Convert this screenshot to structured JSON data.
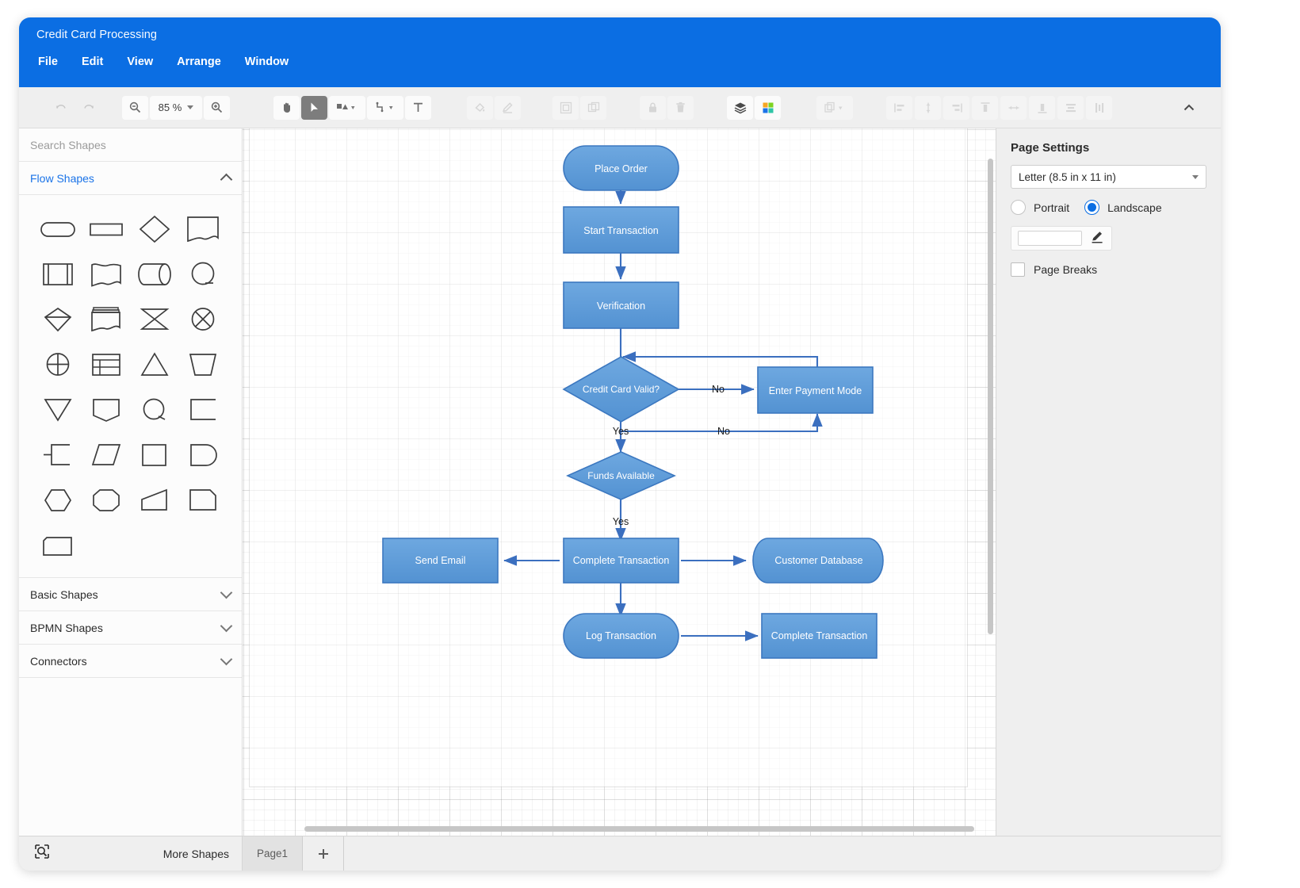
{
  "window": {
    "doc_title": "Credit Card Processing"
  },
  "menubar": {
    "items": [
      "File",
      "Edit",
      "View",
      "Arrange",
      "Window"
    ]
  },
  "toolbar": {
    "undo": "undo-icon",
    "redo": "redo-icon",
    "zoom_out": "zoom-out-icon",
    "zoom_level": "85 %",
    "zoom_in": "zoom-in-icon",
    "pan": "hand-icon",
    "select": "cursor-arrow-icon",
    "shape_fill": "shape-icon",
    "connector": "connector-icon",
    "text": "text-icon",
    "fill_color": "paint-bucket-icon",
    "line_color": "pen-icon",
    "fit_page": "fit-page-icon",
    "fit_selection": "fit-selection-icon",
    "lock": "lock-icon",
    "delete": "trash-icon",
    "layers": "layers-icon",
    "theme": "color-grid-icon",
    "duplicate": "copy-icon",
    "align_left": "align-left-icon",
    "align_center_h": "align-center-horizontal-icon",
    "align_right": "align-right-icon",
    "align_top": "align-top-icon",
    "align_middle": "align-middle-icon",
    "align_bottom": "align-bottom-icon",
    "distribute_v": "distribute-vertical-icon",
    "distribute_h": "distribute-horizontal-icon",
    "collapse": "chevron-up-icon"
  },
  "sidebar": {
    "search_placeholder": "Search Shapes",
    "search_value": "",
    "sections": [
      {
        "label": "Flow Shapes",
        "expanded": true
      },
      {
        "label": "Basic Shapes",
        "expanded": false
      },
      {
        "label": "BPMN Shapes",
        "expanded": false
      },
      {
        "label": "Connectors",
        "expanded": false
      }
    ],
    "flow_shapes": [
      "rounded-rectangle-shape",
      "rectangle-shape",
      "diamond-shape",
      "document-shape",
      "internal-storage-shape",
      "wave-document-shape",
      "direct-data-shape",
      "loop-limit-circle-shape",
      "decision-shape",
      "multi-document-shape",
      "hourglass-shape",
      "circle-cross-shape",
      "circle-plus-shape",
      "table-shape",
      "triangle-shape",
      "trapezoid-shape",
      "inverted-triangle-shape",
      "pentagon-down-shape",
      "display-shape",
      "bracket-shape",
      "fork-shape",
      "parallelogram-shape",
      "square-shape",
      "terminator-shape",
      "hexagon-shape",
      "octagon-shape",
      "ramp-shape",
      "cut-corner-shape",
      "card-shape"
    ]
  },
  "page_settings": {
    "title": "Page Settings",
    "paper_size": "Letter (8.5 in x 11 in)",
    "orientation_options": [
      "Portrait",
      "Landscape"
    ],
    "orientation_selected": "Landscape",
    "background_color_value": "",
    "edit_icon": "pencil-icon",
    "page_breaks_label": "Page Breaks",
    "page_breaks_checked": false
  },
  "footer": {
    "search_shapes_icon": "magnifier-box-icon",
    "more_shapes": "More Shapes",
    "pages": [
      "Page1"
    ],
    "add_page": "+"
  },
  "diagram": {
    "type": "flowchart",
    "title": "Credit Card Processing",
    "shape_fill": "#5b9bd5",
    "shape_stroke": "#3c78c0",
    "connector_color": "#3b6fbf",
    "label_color": "#ffffff",
    "edge_label_color": "#1a1a1a",
    "nodes": [
      {
        "id": "place_order",
        "label": "Place Order",
        "shape": "terminator"
      },
      {
        "id": "start_transaction",
        "label": "Start Transaction",
        "shape": "process"
      },
      {
        "id": "verification",
        "label": "Verification",
        "shape": "process"
      },
      {
        "id": "credit_card_valid",
        "label": "Credit Card Valid?",
        "shape": "decision"
      },
      {
        "id": "enter_payment",
        "label": "Enter Payment Mode",
        "shape": "process"
      },
      {
        "id": "funds_available",
        "label": "Funds Available",
        "shape": "decision"
      },
      {
        "id": "send_email",
        "label": "Send Email",
        "shape": "process"
      },
      {
        "id": "complete_txn",
        "label": "Complete Transaction",
        "shape": "process"
      },
      {
        "id": "customer_db",
        "label": "Customer Database",
        "shape": "database"
      },
      {
        "id": "log_transaction",
        "label": "Log Transaction",
        "shape": "terminator"
      },
      {
        "id": "complete_txn_2",
        "label": "Complete Transaction",
        "shape": "process"
      }
    ],
    "edges": [
      {
        "from": "place_order",
        "to": "start_transaction",
        "label": ""
      },
      {
        "from": "start_transaction",
        "to": "verification",
        "label": ""
      },
      {
        "from": "credit_card_valid",
        "to": "verification",
        "label": ""
      },
      {
        "from": "credit_card_valid",
        "to": "enter_payment",
        "label": "No"
      },
      {
        "from": "enter_payment",
        "to": "credit_card_valid",
        "label": ""
      },
      {
        "from": "credit_card_valid",
        "to": "funds_available",
        "label": "Yes"
      },
      {
        "from": "funds_available",
        "to": "enter_payment",
        "label": "No"
      },
      {
        "from": "funds_available",
        "to": "complete_txn",
        "label": "Yes"
      },
      {
        "from": "complete_txn",
        "to": "send_email",
        "label": ""
      },
      {
        "from": "complete_txn",
        "to": "customer_db",
        "label": ""
      },
      {
        "from": "complete_txn",
        "to": "log_transaction",
        "label": ""
      },
      {
        "from": "log_transaction",
        "to": "complete_txn_2",
        "label": ""
      }
    ],
    "labels": {
      "place_order": "Place Order",
      "start_transaction": "Start Transaction",
      "verification": "Verification",
      "credit_card_valid": "Credit Card Valid?",
      "enter_payment": "Enter Payment Mode",
      "funds_available": "Funds Available",
      "send_email": "Send Email",
      "complete_txn": "Complete Transaction",
      "customer_db": "Customer Database",
      "log_transaction": "Log Transaction",
      "complete_txn_2": "Complete Transaction",
      "e_no1": "No",
      "e_no2": "No",
      "e_yes1": "Yes",
      "e_yes2": "Yes"
    }
  }
}
